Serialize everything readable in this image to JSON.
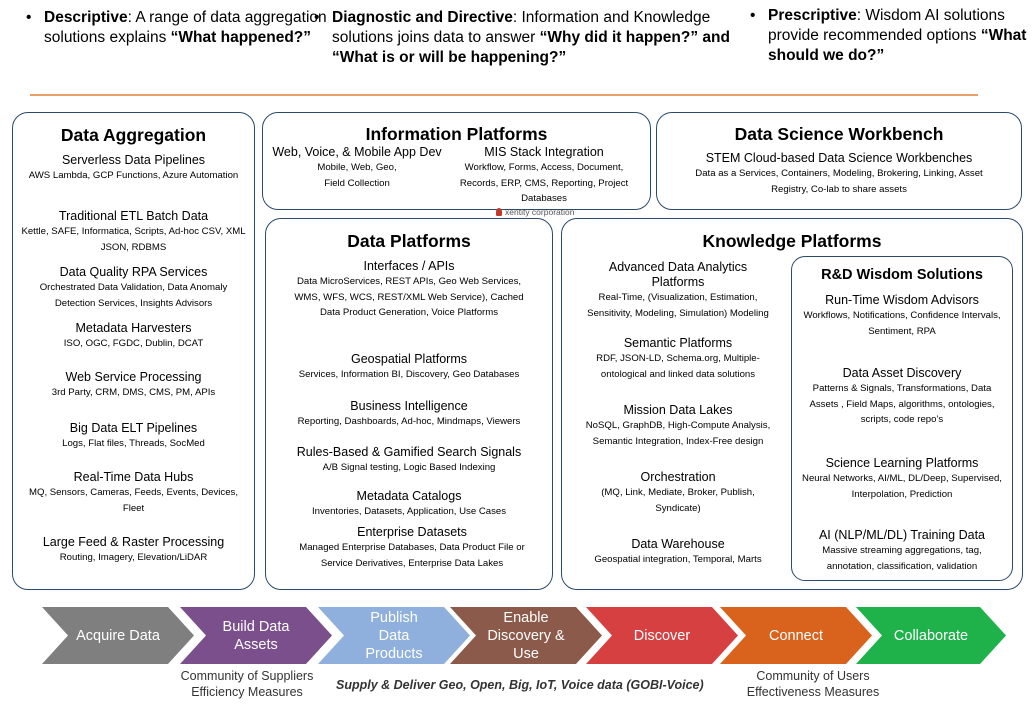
{
  "header": {
    "bullets": [
      {
        "term": "Descriptive",
        "text": ": A range of data aggregation solutions explains ",
        "question": "“What happened?”"
      },
      {
        "term": "Diagnostic and Directive",
        "text": ": Information and Knowledge solutions joins data to answer ",
        "question": "“Why did it happen?” and “What is or will be happening?”"
      },
      {
        "term": "Prescriptive",
        "text": ": Wisdom AI solutions provide recommended options ",
        "question": "“What should we do?”"
      }
    ],
    "bullet_glyph": "•"
  },
  "data_aggregation": {
    "title": "Data Aggregation",
    "items": [
      {
        "head": "Serverless Data Pipelines",
        "detail": "AWS Lambda, GCP Functions, Azure Automation"
      },
      {
        "head": "Traditional ETL Batch Data",
        "detail": "Kettle, SAFE, Informatica, Scripts, Ad-hoc CSV, XML JSON, RDBMS"
      },
      {
        "head": "Data Quality RPA Services",
        "detail": "Orchestrated Data Validation, Data Anomaly Detection Services, Insights Advisors"
      },
      {
        "head": "Metadata Harvesters",
        "detail": "ISO, OGC, FGDC, Dublin, DCAT"
      },
      {
        "head": "Web Service Processing",
        "detail": "3rd Party, CRM, DMS, CMS, PM, APIs"
      },
      {
        "head": "Big Data ELT Pipelines",
        "detail": "Logs, Flat files, Threads, SocMed"
      },
      {
        "head": "Real-Time Data Hubs",
        "detail": "MQ, Sensors, Cameras, Feeds, Events, Devices, Fleet"
      },
      {
        "head": "Large Feed & Raster Processing",
        "detail": "Routing, Imagery, Elevation/LiDAR"
      }
    ]
  },
  "information_platforms": {
    "title": "Information Platforms",
    "col1_head": "Web, Voice, & Mobile App Dev",
    "col1_detail": "Mobile, Web, Geo, Field Collection",
    "col2_head": "MIS Stack Integration",
    "col2_detail": "Workflow, Forms, Access, Document, Records, ERP, CMS, Reporting, Project Databases",
    "logo_text": "xentity corporation"
  },
  "data_science_workbench": {
    "title": "Data Science Workbench",
    "head": "STEM Cloud-based Data Science Workbenches",
    "detail": "Data as a Services, Containers, Modeling, Brokering, Linking, Asset Registry, Co-lab to share assets"
  },
  "data_platforms": {
    "title": "Data Platforms",
    "items": [
      {
        "head": "Interfaces / APIs",
        "detail": "Data MicroServices, REST APIs, Geo Web Services, WMS, WFS, WCS, REST/XML Web Service), Cached Data Product Generation, Voice Platforms"
      },
      {
        "head": "Geospatial Platforms",
        "detail": "Services, Information BI, Discovery, Geo Databases"
      },
      {
        "head": "Business Intelligence",
        "detail": "Reporting, Dashboards, Ad-hoc, Mindmaps, Viewers"
      },
      {
        "head": "Rules-Based & Gamified Search Signals",
        "detail": "A/B Signal testing, Logic Based Indexing"
      },
      {
        "head": "Metadata Catalogs",
        "detail": "Inventories, Datasets, Application, Use Cases"
      },
      {
        "head": "Enterprise Datasets",
        "detail": "Managed Enterprise Databases, Data Product File or Service Derivatives, Enterprise Data Lakes"
      }
    ]
  },
  "knowledge_platforms": {
    "title": "Knowledge Platforms",
    "items": [
      {
        "head": "Advanced Data Analytics Platforms",
        "detail": "Real-Time, (Visualization, Estimation, Sensitivity, Modeling, Simulation) Modeling"
      },
      {
        "head": "Semantic Platforms",
        "detail": "RDF, JSON-LD, Schema.org, Multiple-ontological and linked data solutions"
      },
      {
        "head": "Mission Data Lakes",
        "detail": "NoSQL, GraphDB, High-Compute Analysis, Semantic Integration, Index-Free design"
      },
      {
        "head": "Orchestration",
        "detail": "(MQ, Link, Mediate, Broker, Publish, Syndicate)"
      },
      {
        "head": "Data Warehouse",
        "detail": "Geospatial integration, Temporal, Marts"
      }
    ]
  },
  "wisdom_solutions": {
    "title": "R&D Wisdom Solutions",
    "items": [
      {
        "head": "Run-Time Wisdom Advisors",
        "detail": "Workflows, Notifications, Confidence Intervals, Sentiment, RPA"
      },
      {
        "head": "Data Asset Discovery",
        "detail": "Patterns & Signals, Transformations, Data Assets , Field Maps, algorithms, ontologies, scripts, code repo’s"
      },
      {
        "head": "Science Learning Platforms",
        "detail": "Neural Networks, AI/ML, DL/Deep, Supervised, Interpolation, Prediction"
      },
      {
        "head": "AI (NLP/ML/DL) Training Data",
        "detail": "Massive streaming aggregations, tag, annotation, classification, validation"
      }
    ]
  },
  "process_flow": [
    {
      "label": "Acquire Data",
      "color": "#7f7f7f"
    },
    {
      "label": "Build Data Assets",
      "color": "#7a4f8c"
    },
    {
      "label": "Publish Data Products",
      "color": "#8fb0dc"
    },
    {
      "label": "Enable Discovery & Use",
      "color": "#8b5a4a"
    },
    {
      "label": "Discover",
      "color": "#d64040"
    },
    {
      "label": "Connect",
      "color": "#d9631c"
    },
    {
      "label": "Collaborate",
      "color": "#1fb24a"
    }
  ],
  "footer": {
    "suppliers": "Community of Suppliers Efficiency Measures",
    "tagline": "Supply & Deliver Geo, Open, Big, IoT, Voice data (GOBI-Voice)",
    "users": "Community of Users Effectiveness Measures"
  }
}
